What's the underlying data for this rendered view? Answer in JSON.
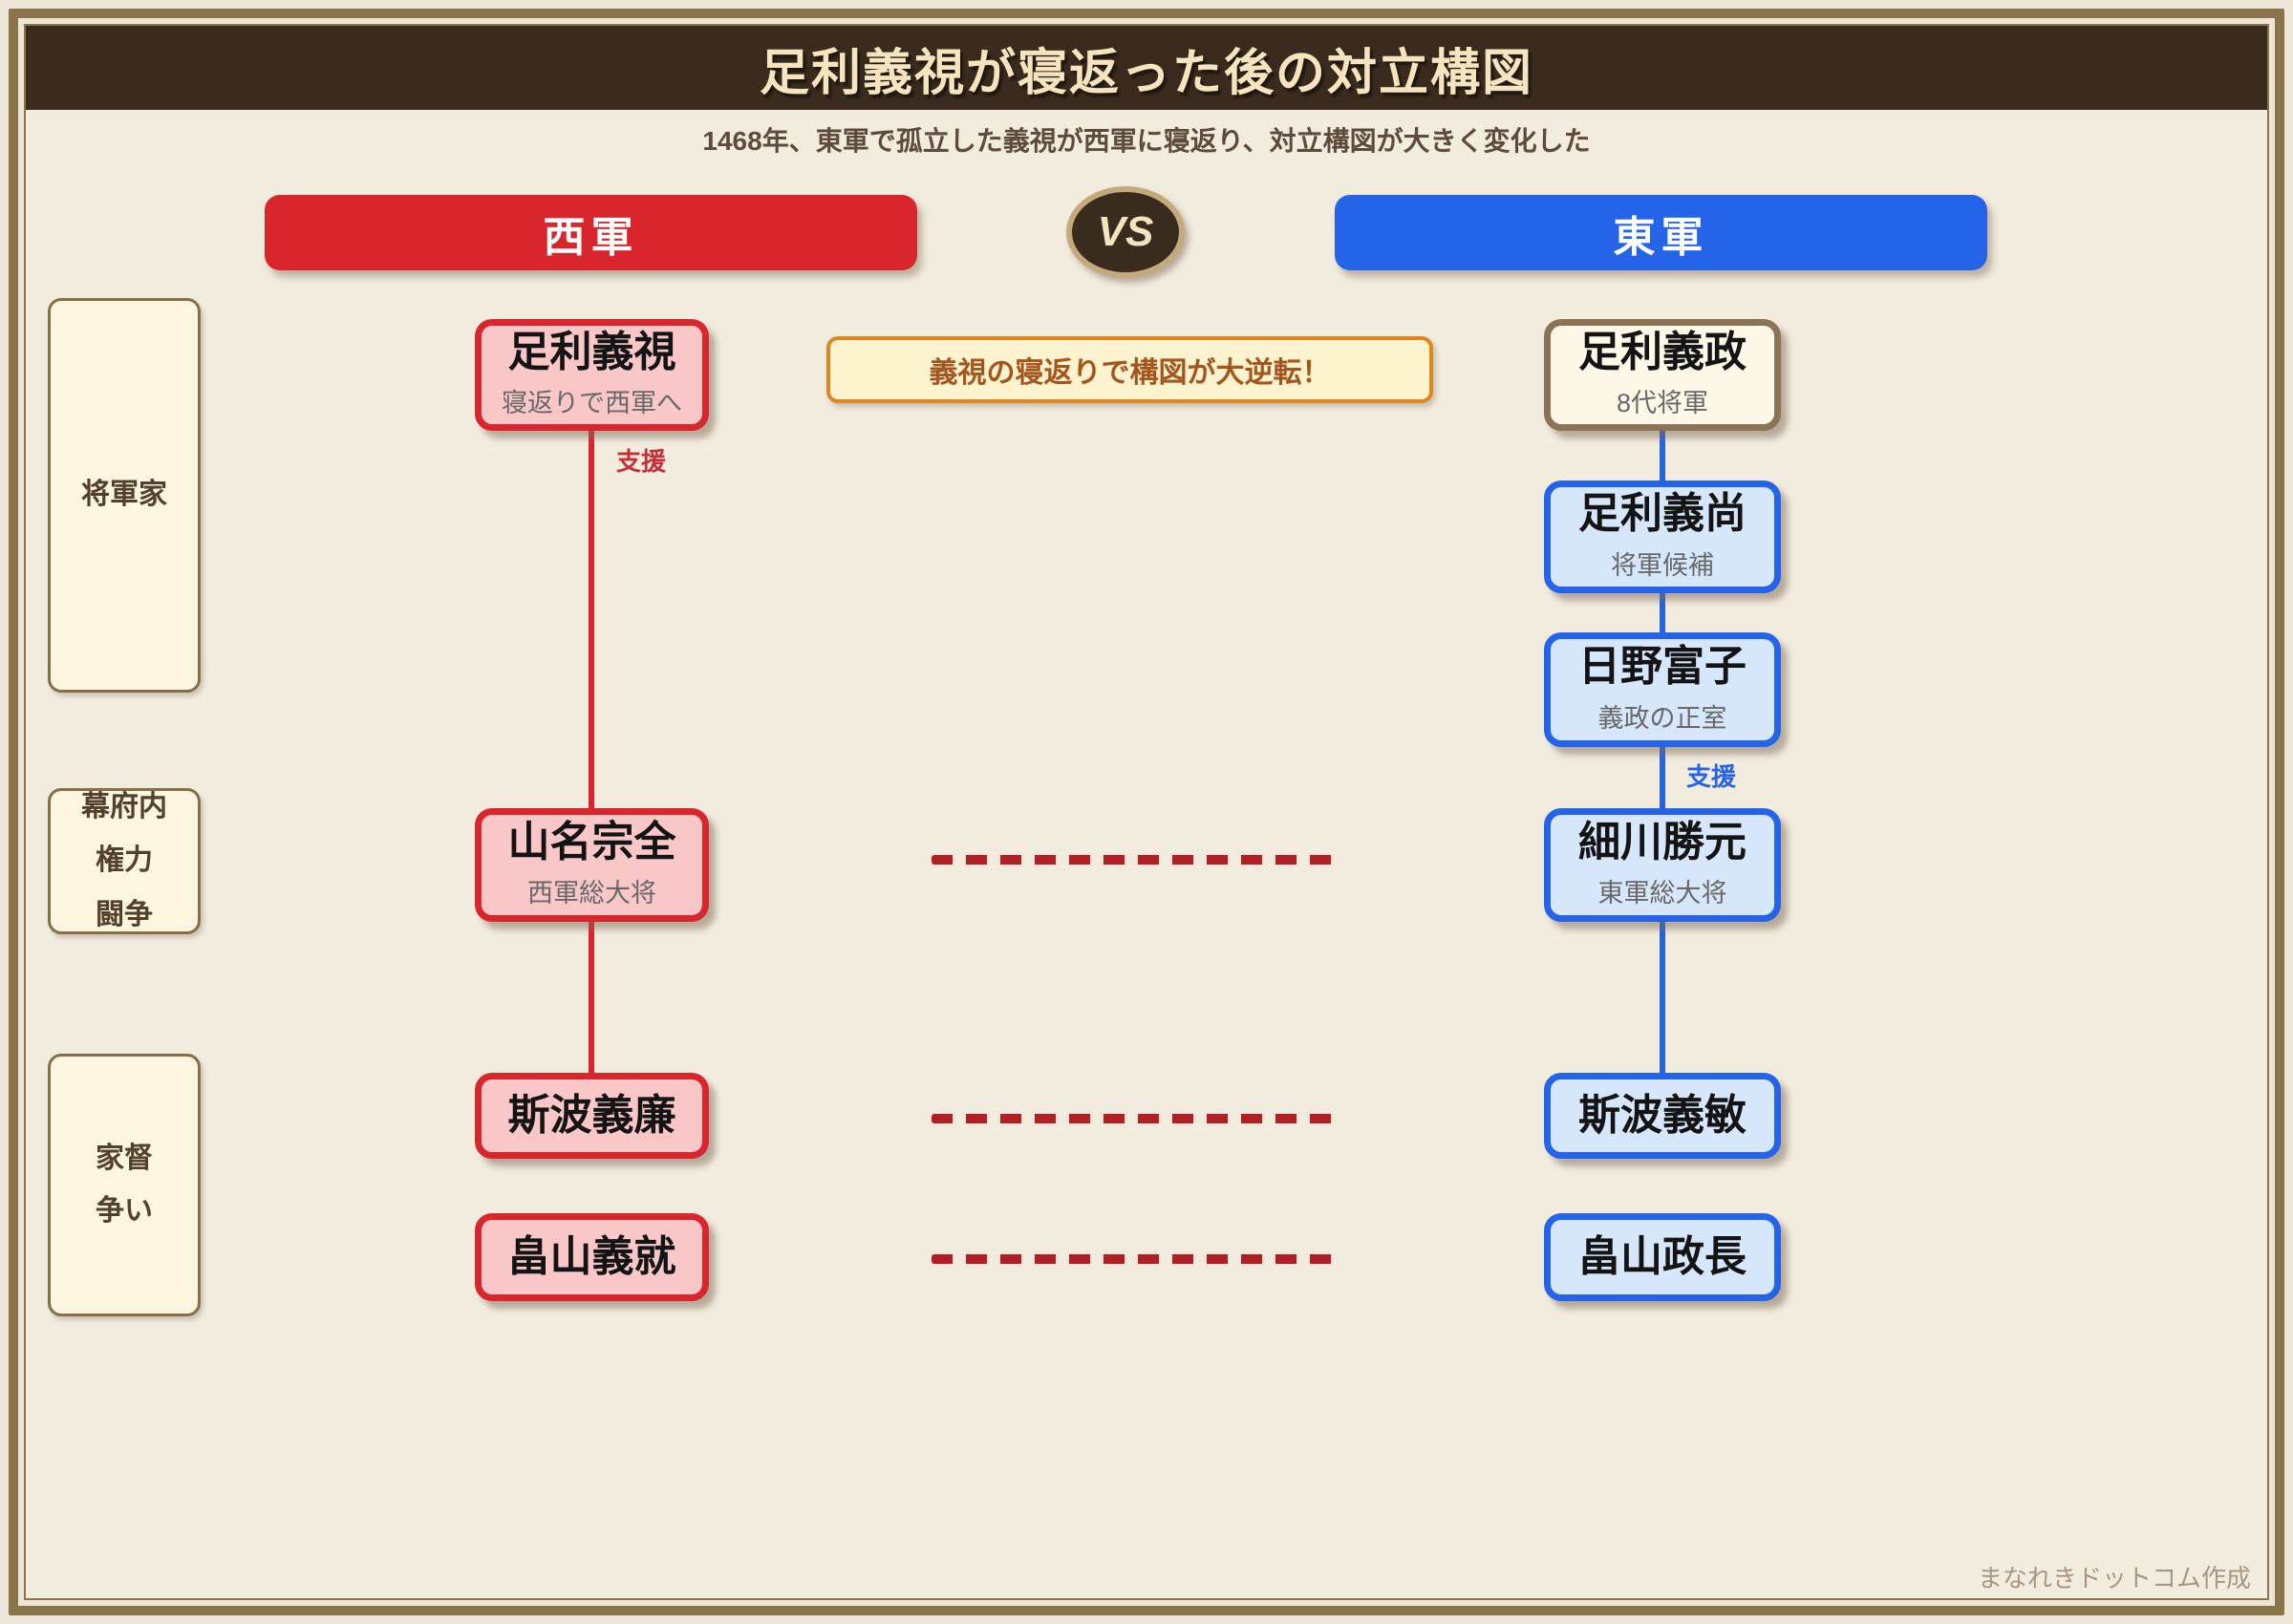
{
  "header": {
    "title": "足利義視が寝返った後の対立構図",
    "subtitle": "1468年、東軍で孤立した義視が西軍に寝返り、対立構図が大きく変化した"
  },
  "armies": {
    "west": {
      "label": "西軍",
      "color": "#d9252c"
    },
    "east": {
      "label": "東軍",
      "color": "#2563e8"
    },
    "vs_label": "VS"
  },
  "callout": {
    "text": "義視の寝返りで構図が大逆転！"
  },
  "side_labels": {
    "shogun_family": {
      "text": "将軍家"
    },
    "power_struggle": {
      "lines": [
        "幕府内",
        "権力",
        "闘争"
      ]
    },
    "succession": {
      "lines": [
        "家督",
        "争い"
      ]
    }
  },
  "west_column": [
    {
      "name": "足利義視",
      "subtitle": "寝返りで西軍へ"
    },
    {
      "name": "山名宗全",
      "subtitle": "西軍総大将"
    },
    {
      "name": "斯波義廉"
    },
    {
      "name": "畠山義就"
    }
  ],
  "east_column": [
    {
      "name": "足利義政",
      "subtitle": "8代将軍"
    },
    {
      "name": "足利義尚",
      "subtitle": "将軍候補"
    },
    {
      "name": "日野富子",
      "subtitle": "義政の正室"
    },
    {
      "name": "細川勝元",
      "subtitle": "東軍総大将"
    },
    {
      "name": "斯波義敏"
    },
    {
      "name": "畠山政長"
    }
  ],
  "connector_labels": {
    "west_support": "支援",
    "east_support": "支援"
  },
  "footer": {
    "credit": "まなれきドットコム作成"
  },
  "colors": {
    "frame_brown": "#8a744a",
    "titlebar_bg": "#3a2b1e",
    "titlebar_text": "#f5e4bd",
    "west_accent": "#d9252c",
    "west_fill": "#f9c7c8",
    "east_accent": "#2563e8",
    "east_fill": "#d6e7fb",
    "neutral_box_border": "#8b7355",
    "neutral_box_fill": "#fcf7e6",
    "callout_border": "#de861f",
    "callout_fill": "#fdf3cf",
    "rivalry_dash": "#b01f23",
    "background": "#f2ecdf"
  }
}
